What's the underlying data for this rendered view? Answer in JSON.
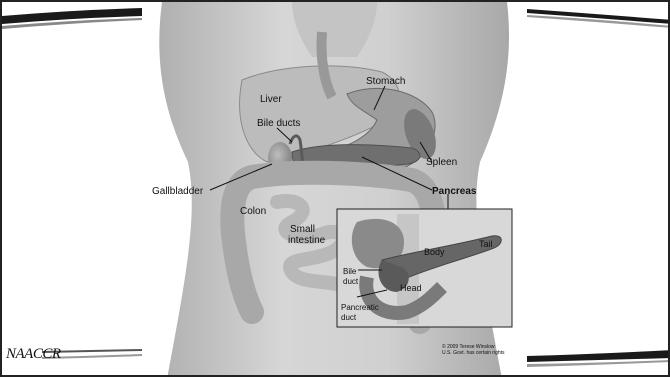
{
  "slide": {
    "logo_text": "NAACCR"
  },
  "diagram": {
    "labels": {
      "liver": "Liver",
      "stomach": "Stomach",
      "bile_ducts": "Bile ducts",
      "spleen": "Spleen",
      "gallbladder": "Gallbladder",
      "pancreas": "Pancreas",
      "colon": "Colon",
      "small_intestine_1": "Small",
      "small_intestine_2": "intestine"
    },
    "inset": {
      "body": "Body",
      "tail": "Tail",
      "bile_duct_1": "Bile",
      "bile_duct_2": "duct",
      "head": "Head",
      "pancreatic_duct_1": "Pancreatic",
      "pancreatic_duct_2": "duct"
    },
    "copyright_1": "© 2009 Terese Winslow",
    "copyright_2": "U.S. Govt. has certain rights"
  }
}
